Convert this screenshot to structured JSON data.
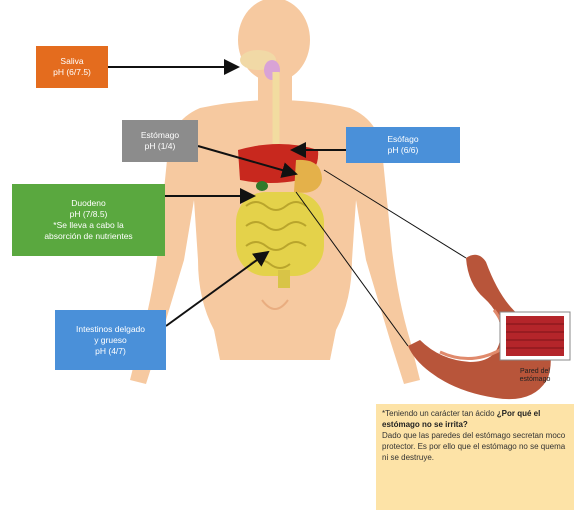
{
  "boxes": {
    "saliva": {
      "line1": "Saliva",
      "line2": "pH (6/7.5)",
      "color": "#e46c1e"
    },
    "estomago": {
      "line1": "Estómago",
      "line2": "pH (1/4)",
      "color": "#8c8c8c"
    },
    "esofago": {
      "line1": "Esófago",
      "line2": "pH (6/6)",
      "color": "#4a90d9"
    },
    "duodeno": {
      "line1": "Duodeno",
      "line2": "pH (7/8.5)",
      "line3": "*Se lleva a cabo la",
      "line4": "absorción de nutrientes",
      "color": "#5aa83f"
    },
    "intestinos": {
      "line1": "Intestinos delgado",
      "line2": "y grueso",
      "line3": "pH (4/7)",
      "color": "#4a90d9"
    }
  },
  "stomach_wall_label": "Pared del estómago",
  "note": {
    "intro": "*Teniendo un carácter tan ácido ",
    "question": "¿Por qué el estómago no se irrita?",
    "answer": "Dado que las paredes del estómago secretan moco protector. Es por ello que el estómago no se quema ni se destruye.",
    "background": "#fde3a7"
  },
  "colors": {
    "skin": "#f6c9a0",
    "skin_shadow": "#e9ad80",
    "organ_red": "#c8281e",
    "intestine": "#e4d24a",
    "stomach": "#b8553a"
  }
}
